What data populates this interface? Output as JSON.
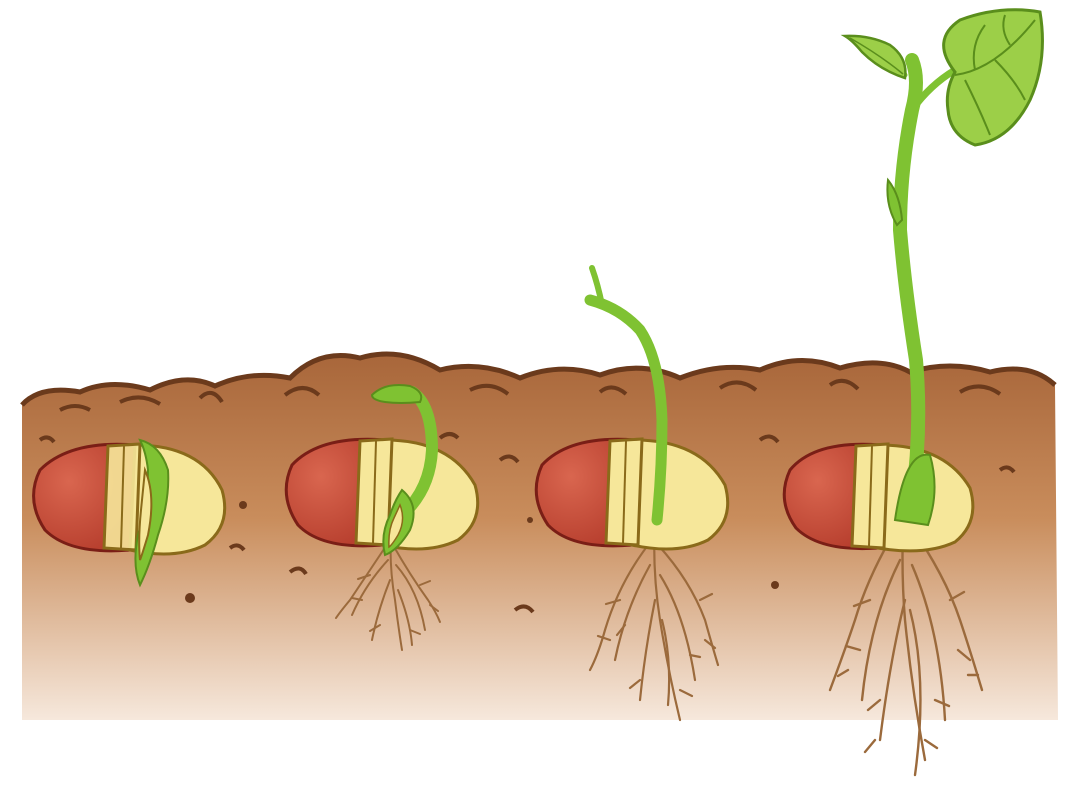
{
  "colors": {
    "background": "#ffffff",
    "soil_top": "#a8663a",
    "soil_mid": "#c98d5c",
    "soil_bottom": "#f6e8dc",
    "soil_outline": "#6b3a1c",
    "seed_coat": "#b33a2a",
    "seed_coat_dark": "#7a1e16",
    "cotyledon": "#f6e79a",
    "cotyledon_outline": "#8a6a1a",
    "stem": "#7fc232",
    "leaf": "#9ccf48",
    "leaf_vein": "#5a8e1c",
    "root": "#9b6a3c"
  },
  "stages": [
    {
      "name": "germinating-seed",
      "radicle": true,
      "roots": false,
      "shoot": "none"
    },
    {
      "name": "seed-with-hooked-shoot",
      "radicle": true,
      "roots": true,
      "shoot": "hook"
    },
    {
      "name": "seedling-with-stem",
      "radicle": false,
      "roots": true,
      "shoot": "straight"
    },
    {
      "name": "seedling-with-leaves",
      "radicle": false,
      "roots": true,
      "shoot": "leaves"
    }
  ]
}
